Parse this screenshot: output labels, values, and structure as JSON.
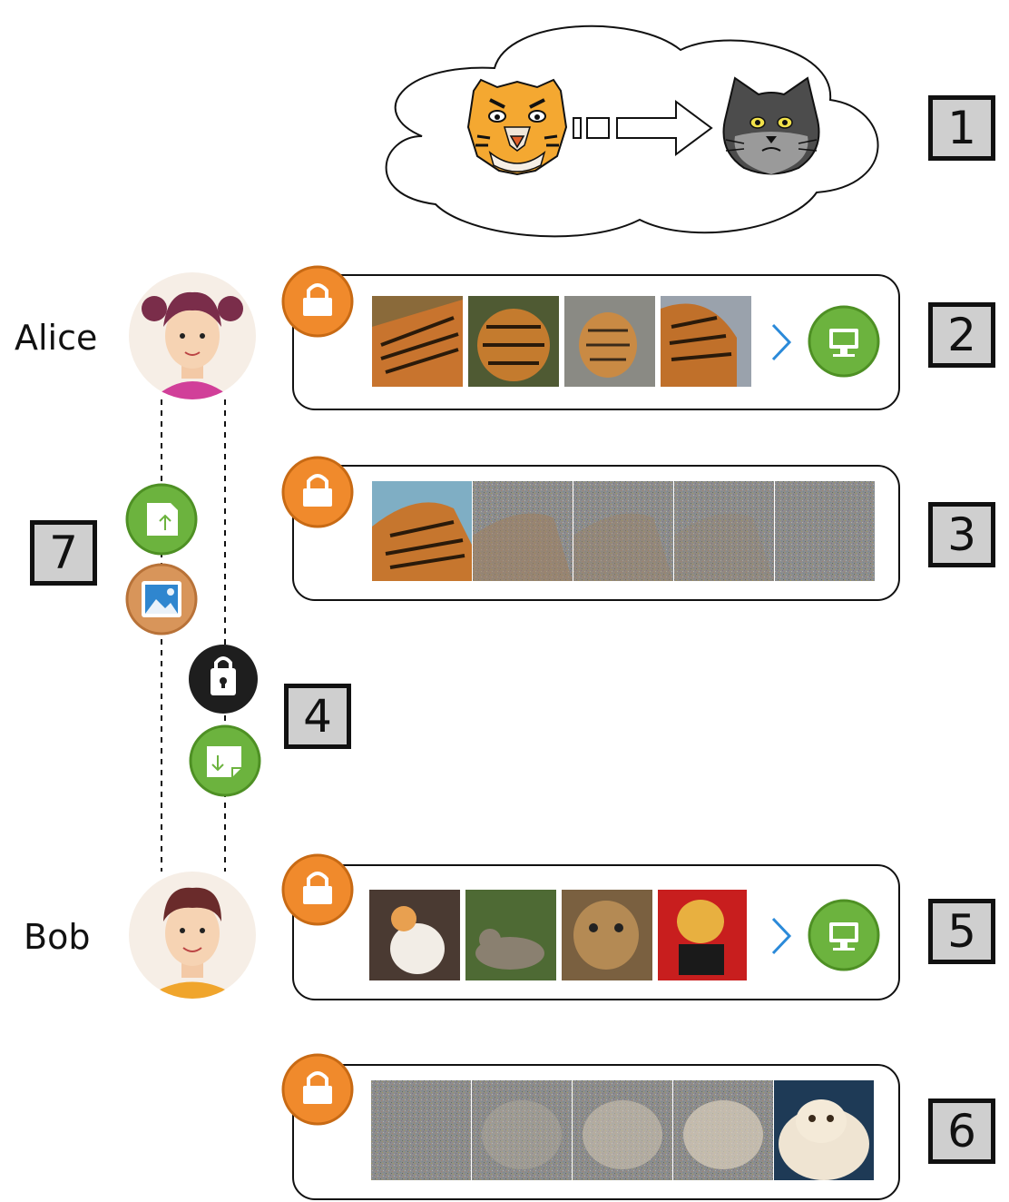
{
  "people": {
    "alice": {
      "name": "Alice"
    },
    "bob": {
      "name": "Bob"
    }
  },
  "steps": {
    "s1": "1",
    "s2": "2",
    "s3": "3",
    "s4": "4",
    "s5": "5",
    "s6": "6",
    "s7": "7"
  },
  "icons": {
    "lock": "lock-icon",
    "monitor": "monitor-icon",
    "upload": "file-upload-icon",
    "image": "image-icon",
    "padlock": "padlock-icon",
    "download": "file-download-icon",
    "tiger": "tiger-icon",
    "cat": "cat-icon"
  },
  "colors": {
    "orange": "#f08a2c",
    "green": "#6cb33e",
    "black": "#1e1e1e",
    "tan": "#d8955a",
    "arrow_blue": "#2b8ad9",
    "noise": "#8a8a8a"
  }
}
